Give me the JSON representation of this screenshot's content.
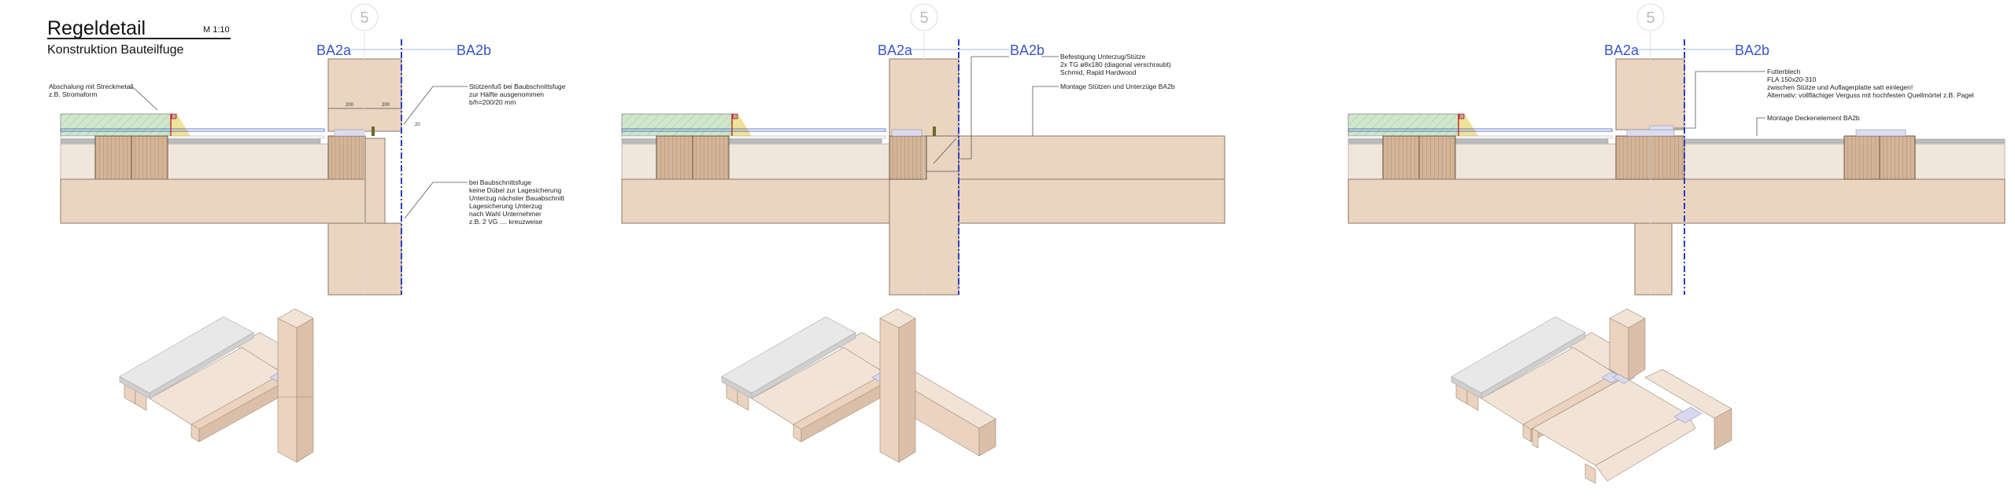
{
  "header": {
    "title": "Regeldetail",
    "scale": "M 1:10",
    "subtitle": "Konstruktion Bauteilfuge"
  },
  "panels": [
    {
      "axis_label": "5",
      "left_section": "BA2a",
      "right_section": "BA2b",
      "dims": [
        "200",
        "200",
        "20"
      ],
      "annotations": [
        {
          "lines": [
            "Abschalung mit Streckmetall",
            "z.B. Stromaform"
          ]
        },
        {
          "lines": [
            "Stützenfuß bei Baubschnittsfuge",
            "zur Hälfte ausgenommen",
            "b/h=200/20 mm"
          ]
        },
        {
          "lines": [
            "bei Baubschnittsfuge",
            "keine Dübel zur Lagesicherung",
            "Unterzug nächster Bauabschnitt",
            "Lagesicherung Unterzug",
            "nach Wahl Unternehmer",
            "z.B. 2 VG .... kreuzweise"
          ]
        }
      ]
    },
    {
      "axis_label": "5",
      "left_section": "BA2a",
      "right_section": "BA2b",
      "annotations": [
        {
          "lines": [
            "Befestigung Unterzug/Stütze",
            "2x TG ø8x180 (diagonal verschraubt)",
            "Schmid, Rapid Hardwood"
          ]
        },
        {
          "lines": [
            "Montage Stützen und Unterzüge BA2b"
          ]
        }
      ]
    },
    {
      "axis_label": "5",
      "left_section": "BA2a",
      "right_section": "BA2b",
      "annotations": [
        {
          "lines": [
            "Futterblech",
            "FLA 150x20-310",
            "zwischen Stütze und Auflagerplatte satt einlegen!",
            "Alternativ: vollflächiger Verguss mit hochfesten Quellmörtel z.B. Pagel"
          ]
        },
        {
          "lines": [
            "Montage Deckenelement BA2b"
          ]
        }
      ]
    }
  ],
  "colors": {
    "section_blue": "#3b55c4",
    "timber": "#ebd4c0",
    "concrete_green": "#cfe8cc"
  }
}
